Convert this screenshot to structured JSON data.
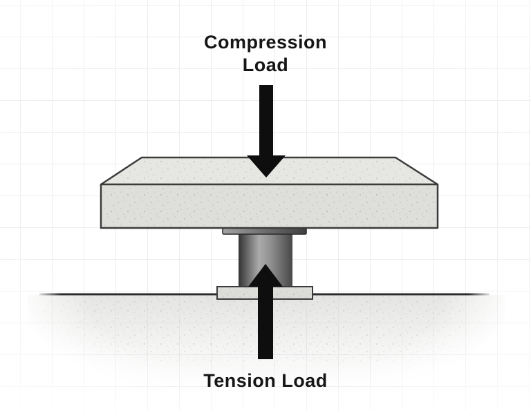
{
  "labels": {
    "compression_line1": "Compression",
    "compression_line2": "Load",
    "tension": "Tension Load"
  },
  "icons": {
    "compression_arrow": "arrow-down-icon",
    "tension_arrow": "arrow-up-icon"
  },
  "colors": {
    "background": "#ffffff",
    "grid_line": "#ededed",
    "text": "#161616",
    "arrow": "#0e0e0e",
    "outline": "#3b3b3b",
    "slab_top_face": "#e6e6e3",
    "slab_front_face": "#dededa",
    "speckle": "#8f8f8f",
    "cap_light": "#a3a3a3",
    "cap_mid": "#6d6d6d",
    "cap_dark": "#404040",
    "cap_outline": "#2a2a2a",
    "column_edge": "#333333",
    "column_highlight": "#ababab",
    "column_mid": "#8f8f8f",
    "column_shadow": "#474747",
    "base_plate": "#dcdcd9",
    "ground_line": "#2d2d2d",
    "ground_fill": "#d6d6d3"
  }
}
